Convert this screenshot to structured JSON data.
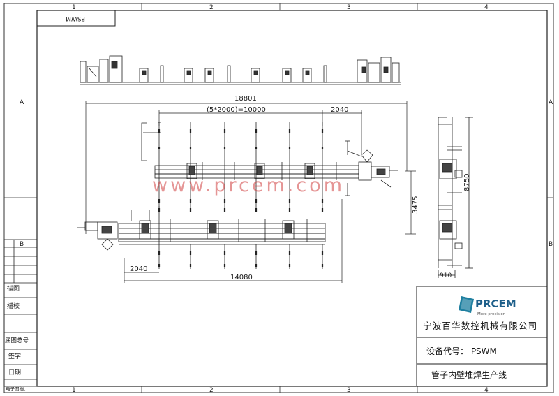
{
  "drawing": {
    "code_box": "PSWM",
    "column_labels": [
      "1",
      "2",
      "3",
      "4"
    ],
    "row_labels": [
      "A",
      "B"
    ],
    "left_block": {
      "row1": "描图",
      "row2": "描校",
      "row3": "底图总号",
      "row4": "签字",
      "row5": "日期",
      "bottom_note": "电子图档："
    }
  },
  "dimensions": {
    "overall_length": "18801",
    "station_pitch": "(5*2000)=10000",
    "top_right_offset": "2040",
    "line_spacing": "3475",
    "bottom_left_offset": "2040",
    "lower_line_length": "14080",
    "side_height": "8750",
    "side_width": "910"
  },
  "title_block": {
    "logo_text": "PRCEM",
    "logo_slogan": "More precision",
    "company": "宁波百华数控机械有限公司",
    "device_code": "设备代号： PSWM",
    "product_name": "管子内壁堆焊生产线"
  },
  "watermark": "www.prcem.com"
}
